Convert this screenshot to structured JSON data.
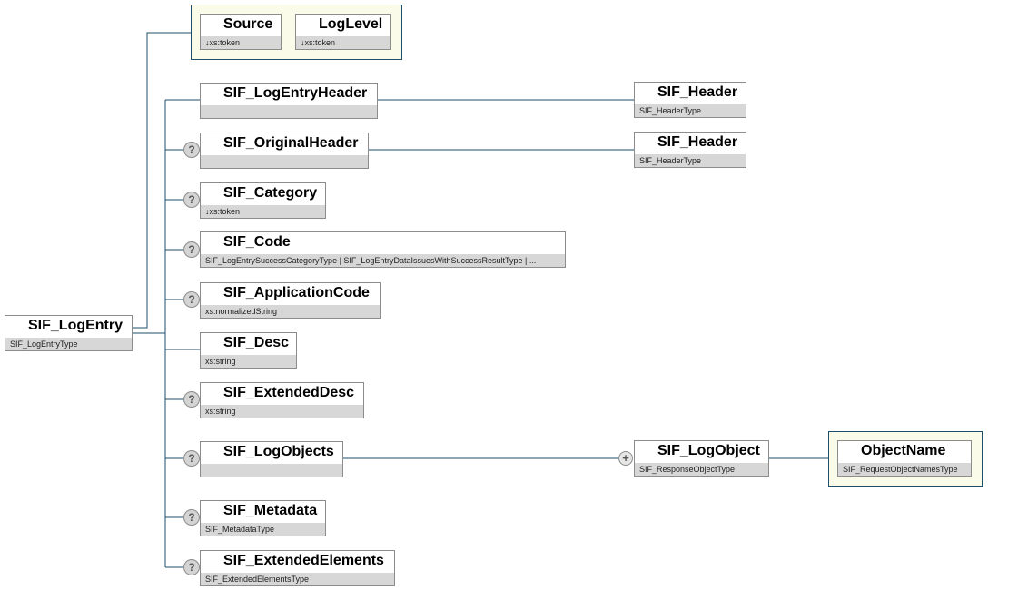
{
  "root": {
    "name": "SIF_LogEntry",
    "type": "SIF_LogEntryType"
  },
  "attributes": [
    {
      "name": "Source",
      "type": "↓xs:token"
    },
    {
      "name": "LogLevel",
      "type": "↓xs:token"
    }
  ],
  "elements": [
    {
      "name": "SIF_LogEntryHeader",
      "type": "",
      "optional": false
    },
    {
      "name": "SIF_OriginalHeader",
      "type": "",
      "optional": true
    },
    {
      "name": "SIF_Category",
      "type": "↓xs:token",
      "optional": true
    },
    {
      "name": "SIF_Code",
      "type": "SIF_LogEntrySuccessCategoryType | SIF_LogEntryDataIssuesWithSuccessResultType | ...",
      "optional": true
    },
    {
      "name": "SIF_ApplicationCode",
      "type": "xs:normalizedString",
      "optional": true
    },
    {
      "name": "SIF_Desc",
      "type": "xs:string",
      "optional": false
    },
    {
      "name": "SIF_ExtendedDesc",
      "type": "xs:string",
      "optional": true
    },
    {
      "name": "SIF_LogObjects",
      "type": "",
      "optional": true
    },
    {
      "name": "SIF_Metadata",
      "type": "SIF_MetadataType",
      "optional": true
    },
    {
      "name": "SIF_ExtendedElements",
      "type": "SIF_ExtendedElementsType",
      "optional": true
    }
  ],
  "children": {
    "header1": {
      "name": "SIF_Header",
      "type": "SIF_HeaderType"
    },
    "header2": {
      "name": "SIF_Header",
      "type": "SIF_HeaderType"
    },
    "log_object": {
      "name": "SIF_LogObject",
      "type": "SIF_ResponseObjectType",
      "repeating": true
    },
    "object_name": {
      "name": "ObjectName",
      "type": "SIF_RequestObjectNamesType"
    }
  },
  "icons": {
    "element": "element-icon",
    "attribute": "at-icon",
    "optional": "question-icon",
    "repeat": "plus-icon"
  },
  "symbols": {
    "attribute": "@",
    "optional": "?",
    "repeat": "+"
  },
  "colors": {
    "connector": "#1f4e6b",
    "group_bg": "#fbfbe9",
    "type_bar": "#d7d7d7",
    "icon_yellow": "#f2c400",
    "icon_blue": "#1c3d6e"
  }
}
